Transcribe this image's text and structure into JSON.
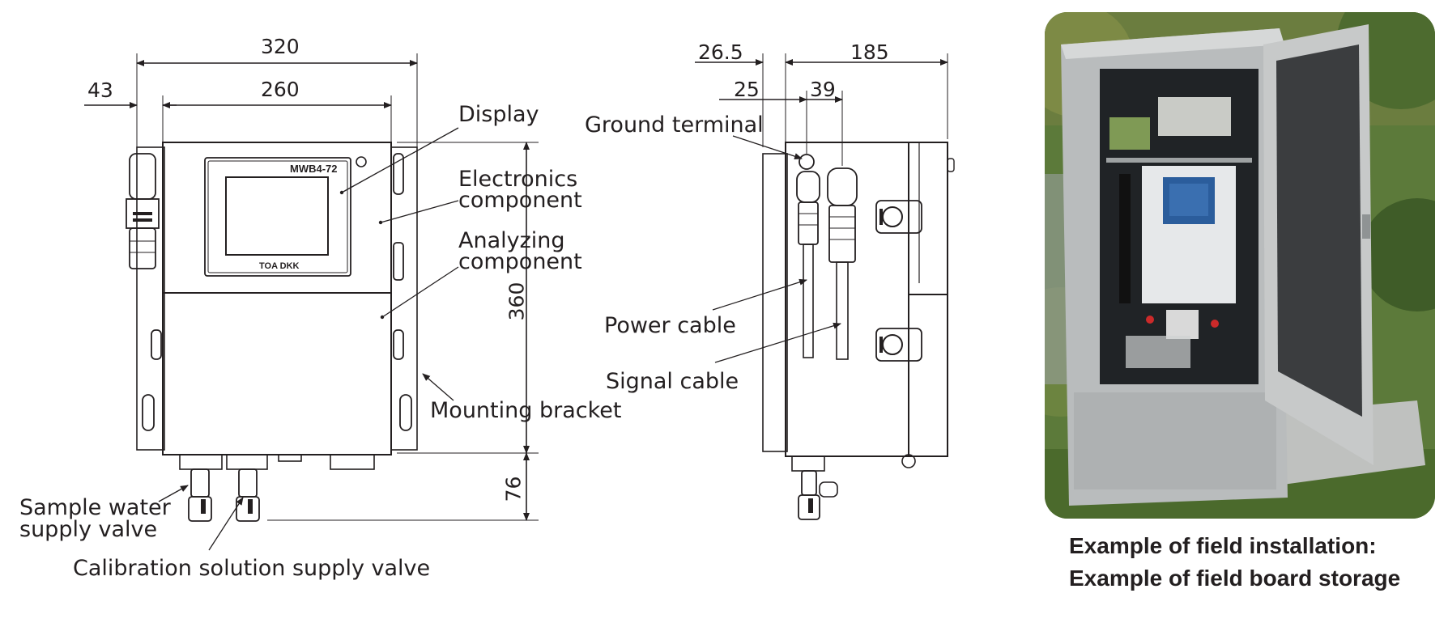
{
  "dimensions": {
    "front_total_width": "320",
    "front_inner_width": "260",
    "front_left_offset": "43",
    "front_height": "360",
    "front_bottom_clearance": "76",
    "side_depth": "185",
    "side_front_offset": "26.5",
    "side_ground_offset": "25",
    "side_cable_spacing": "39"
  },
  "device": {
    "model_label": "MWB4-72",
    "brand_label": "TOA DKK"
  },
  "front_callouts": {
    "display": "Display",
    "electronics_line1": "Electronics",
    "electronics_line2": "component",
    "analyzing_line1": "Analyzing",
    "analyzing_line2": "component",
    "mounting_bracket": "Mounting bracket",
    "sample_valve_line1": "Sample water",
    "sample_valve_line2": "supply valve",
    "calibration_valve": "Calibration solution supply valve"
  },
  "side_callouts": {
    "ground_terminal": "Ground terminal",
    "power_cable": "Power cable",
    "signal_cable": "Signal cable"
  },
  "photo_caption": {
    "line1": "Example of field installation:",
    "line2": "Example of field board storage"
  },
  "colors": {
    "line": "#231f20",
    "cabinet_gray": "#b9bcbd",
    "foliage": "#5c7a3a",
    "screen_blue": "#2b5d9c"
  }
}
